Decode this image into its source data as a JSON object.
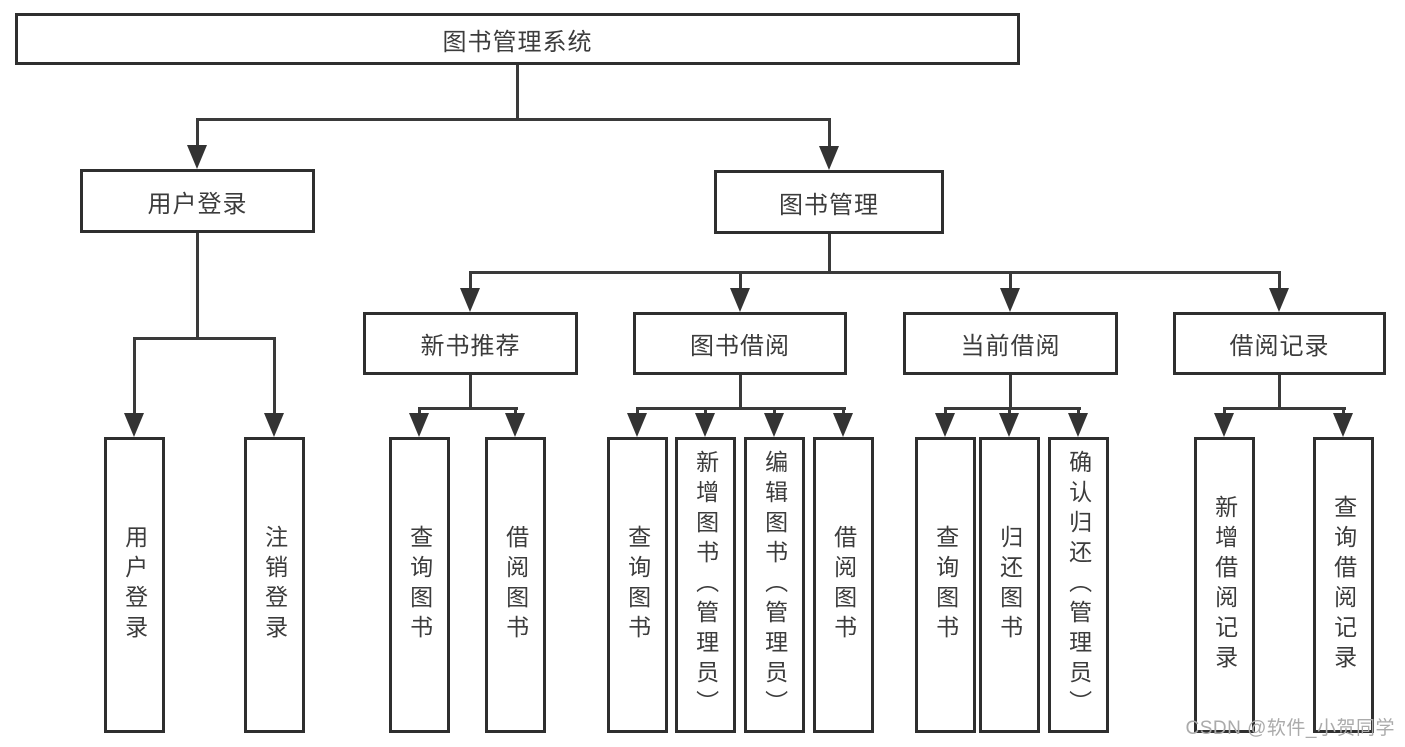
{
  "nodes": {
    "root": {
      "label": "图书管理系统"
    },
    "user_login": {
      "label": "用户登录"
    },
    "book_mgmt": {
      "label": "图书管理"
    },
    "new_books": {
      "label": "新书推荐"
    },
    "book_borrow": {
      "label": "图书借阅"
    },
    "current_borrow": {
      "label": "当前借阅"
    },
    "borrow_records": {
      "label": "借阅记录"
    },
    "leaf_user_login": {
      "label": "用户登录"
    },
    "leaf_logout": {
      "label": "注销登录"
    },
    "leaf_nb_query": {
      "label": "查询图书"
    },
    "leaf_nb_borrow": {
      "label": "借阅图书"
    },
    "leaf_bb_query": {
      "label": "查询图书"
    },
    "leaf_bb_add": {
      "label": "新增图书（管理员）"
    },
    "leaf_bb_edit": {
      "label": "编辑图书（管理员）"
    },
    "leaf_bb_borrow": {
      "label": "借阅图书"
    },
    "leaf_cb_query": {
      "label": "查询图书"
    },
    "leaf_cb_return": {
      "label": "归还图书"
    },
    "leaf_cb_confirm": {
      "label": "确认归还（管理员）"
    },
    "leaf_br_add": {
      "label": "新增借阅记录"
    },
    "leaf_br_query": {
      "label": "查询借阅记录"
    }
  },
  "hierarchy": {
    "图书管理系统": {
      "用户登录": [
        "用户登录",
        "注销登录"
      ],
      "图书管理": {
        "新书推荐": [
          "查询图书",
          "借阅图书"
        ],
        "图书借阅": [
          "查询图书",
          "新增图书（管理员）",
          "编辑图书（管理员）",
          "借阅图书"
        ],
        "当前借阅": [
          "查询图书",
          "归还图书",
          "确认归还（管理员）"
        ],
        "借阅记录": [
          "新增借阅记录",
          "查询借阅记录"
        ]
      }
    }
  },
  "watermark": {
    "text": "CSDN @软件_小贺同学"
  },
  "colors": {
    "background": "#ffffff",
    "line": "#3a3a3a",
    "box_border": "#2f2f2f",
    "text": "#3c3c3c",
    "watermark": "#ababab"
  }
}
